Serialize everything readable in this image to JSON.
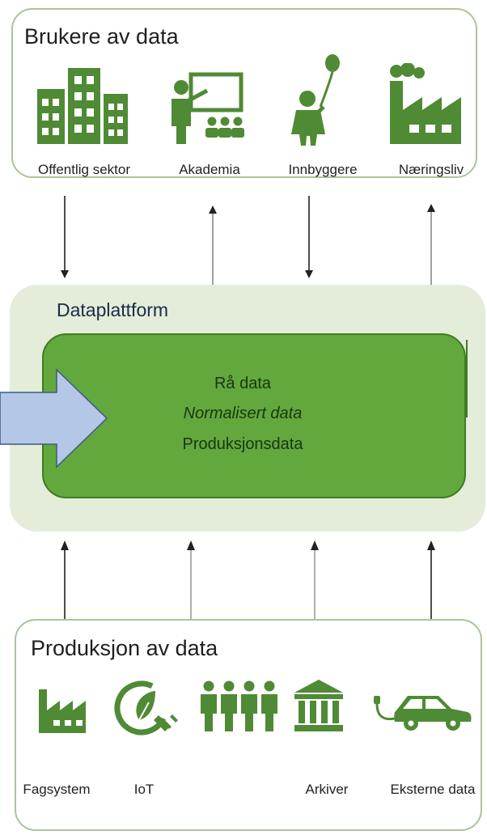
{
  "users": {
    "title": "Brukere av data",
    "items": [
      {
        "label": "Offentlig sektor",
        "icon": "office-buildings-icon"
      },
      {
        "label": "Akademia",
        "icon": "teacher-classroom-icon"
      },
      {
        "label": "Innbyggere",
        "icon": "child-with-balloon-icon"
      },
      {
        "label": "Næringsliv",
        "icon": "factory-icon"
      }
    ]
  },
  "platform": {
    "title": "Dataplattform",
    "layers": [
      "Rå data",
      "Normalisert data",
      "Produksjonsdata"
    ]
  },
  "production": {
    "title": "Produksjon av data",
    "items": [
      {
        "label": "Fagsystem",
        "icon": "factory-icon"
      },
      {
        "label": "IoT",
        "icon": "leaf-plug-icon"
      },
      {
        "label": "",
        "icon": "people-group-icon"
      },
      {
        "label": "Arkiver",
        "icon": "archive-building-icon"
      },
      {
        "label": "Eksterne data",
        "icon": "electric-car-icon"
      }
    ]
  },
  "colors": {
    "icon_green": "#4f8a35",
    "platform_fill": "#62a83d",
    "platform_bg": "#e3edd9",
    "box_border": "#a9c49a",
    "input_arrow": "#b4c7e7"
  }
}
